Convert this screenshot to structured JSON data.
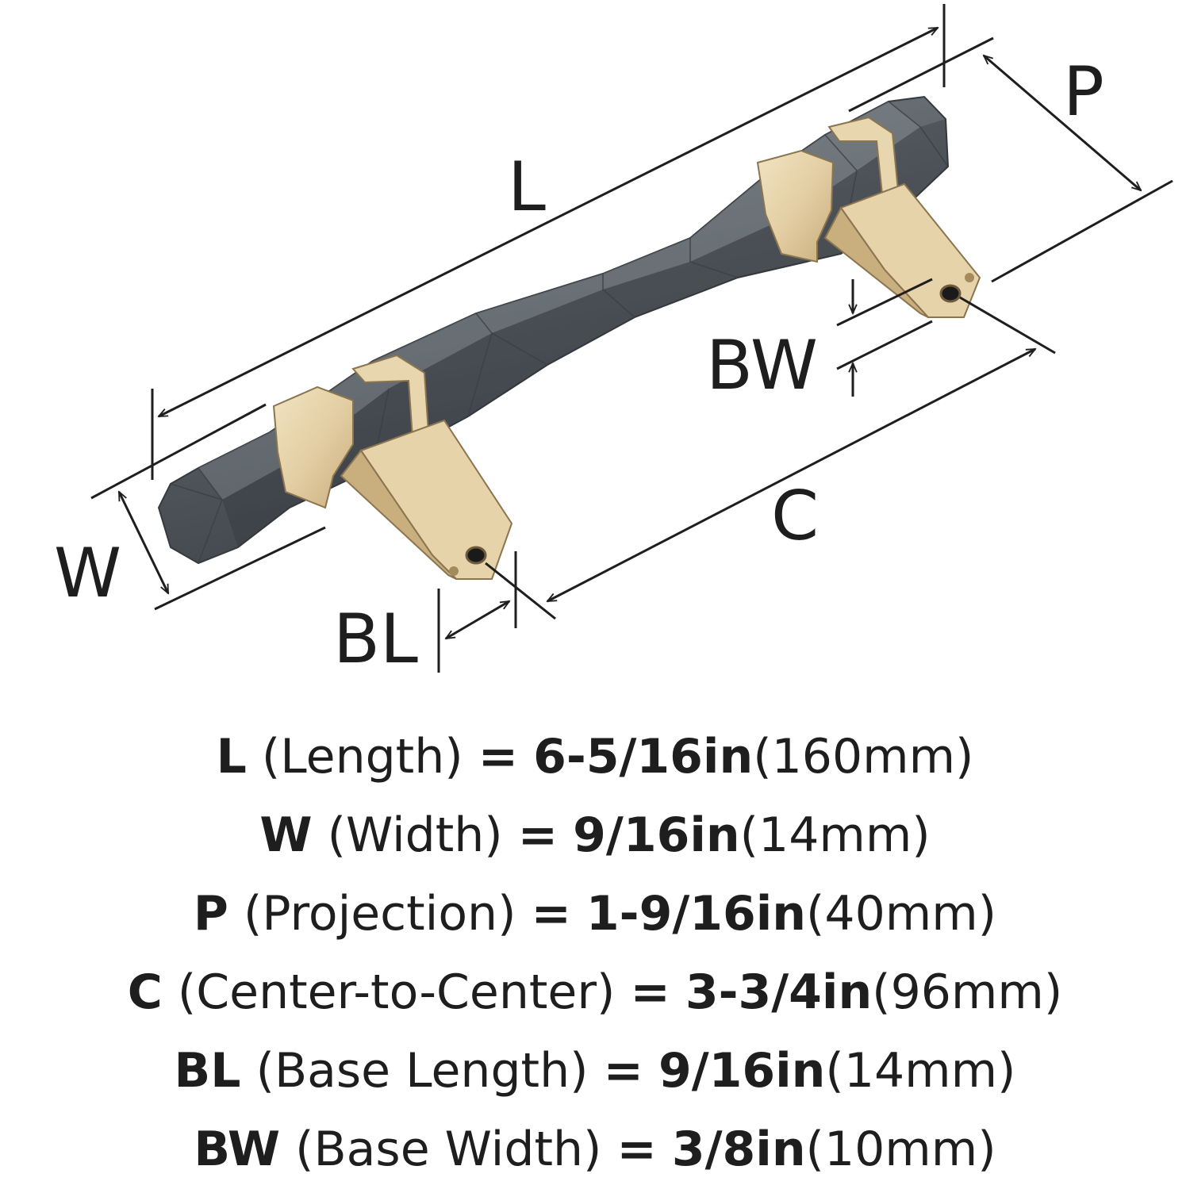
{
  "diagram": {
    "labels": {
      "L": "L",
      "P": "P",
      "W": "W",
      "BW": "BW",
      "C": "C",
      "BL": "BL"
    },
    "colors": {
      "bar": "#5c6268",
      "bar_light": "#747b82",
      "bar_dark": "#3d4247",
      "brass": "#e4cfa4",
      "brass_light": "#f1e3c3",
      "brass_dark": "#b99e6e",
      "line": "#1e1e1e"
    }
  },
  "specs": [
    {
      "code": "L",
      "name": "(Length)",
      "eq": "=",
      "imperial": "6-5/16in",
      "metric": "(160mm)"
    },
    {
      "code": "W",
      "name": "(Width)",
      "eq": "=",
      "imperial": "9/16in",
      "metric": "(14mm)"
    },
    {
      "code": "P",
      "name": "(Projection)",
      "eq": "=",
      "imperial": "1-9/16in",
      "metric": "(40mm)"
    },
    {
      "code": "C",
      "name": "(Center-to-Center)",
      "eq": "=",
      "imperial": "3-3/4in",
      "metric": "(96mm)"
    },
    {
      "code": "BL",
      "name": "(Base Length)",
      "eq": "=",
      "imperial": "9/16in",
      "metric": "(14mm)"
    },
    {
      "code": "BW",
      "name": "(Base Width)",
      "eq": "=",
      "imperial": "3/8in",
      "metric": "(10mm)"
    }
  ]
}
